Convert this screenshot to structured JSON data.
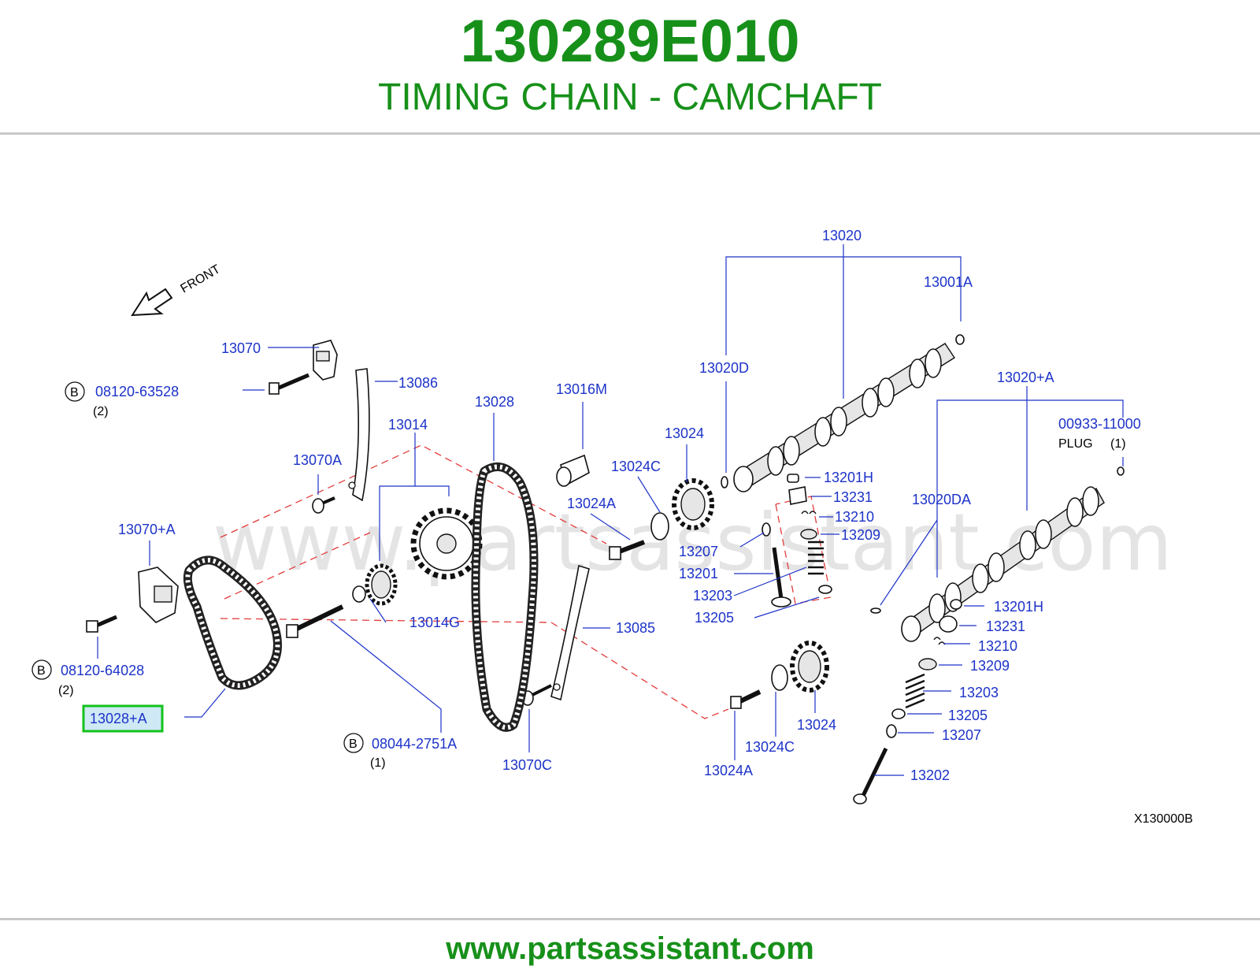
{
  "header": {
    "part_number": "130289E010",
    "title": "TIMING CHAIN - CAMCHAFT"
  },
  "footer": {
    "url": "www.partsassistant.com"
  },
  "watermark": "www.partsassistant.com",
  "diagram": {
    "front_label": "FRONT",
    "diagram_code": "X130000B",
    "bolt_marker": "B",
    "plug_label": "PLUG",
    "highlighted_part": "13028+A",
    "labels": {
      "p13020": "13020",
      "p13001A": "13001A",
      "p13020D": "13020D",
      "p13020pA": "13020+A",
      "p00933": "00933-11000",
      "plug_qty": "(1)",
      "p13070": "13070",
      "p08120_63528": "08120-63528",
      "qty_63528": "(2)",
      "p13086": "13086",
      "p13028": "13028",
      "p13016M": "13016M",
      "p13014": "13014",
      "p13024_top": "13024",
      "p13024C_top": "13024C",
      "p13070A": "13070A",
      "p13024A_top": "13024A",
      "p13201H_a": "13201H",
      "p13231_a": "13231",
      "p13210_a": "13210",
      "p13209_a": "13209",
      "p13207_a": "13207",
      "p13201": "13201",
      "p13203_a": "13203",
      "p13205_a": "13205",
      "p13020DA": "13020DA",
      "p13070pA": "13070+A",
      "p13014G": "13014G",
      "p13085": "13085",
      "p08120_64028": "08120-64028",
      "qty_64028": "(2)",
      "p13028pA": "13028+A",
      "p08044": "08044-2751A",
      "qty_08044": "(1)",
      "p13070C": "13070C",
      "p13024A_bot": "13024A",
      "p13024C_bot": "13024C",
      "p13024_bot": "13024",
      "p13201H_b": "13201H",
      "p13231_b": "13231",
      "p13210_b": "13210",
      "p13209_b": "13209",
      "p13203_b": "13203",
      "p13205_b": "13205",
      "p13207_b": "13207",
      "p13202": "13202"
    }
  }
}
